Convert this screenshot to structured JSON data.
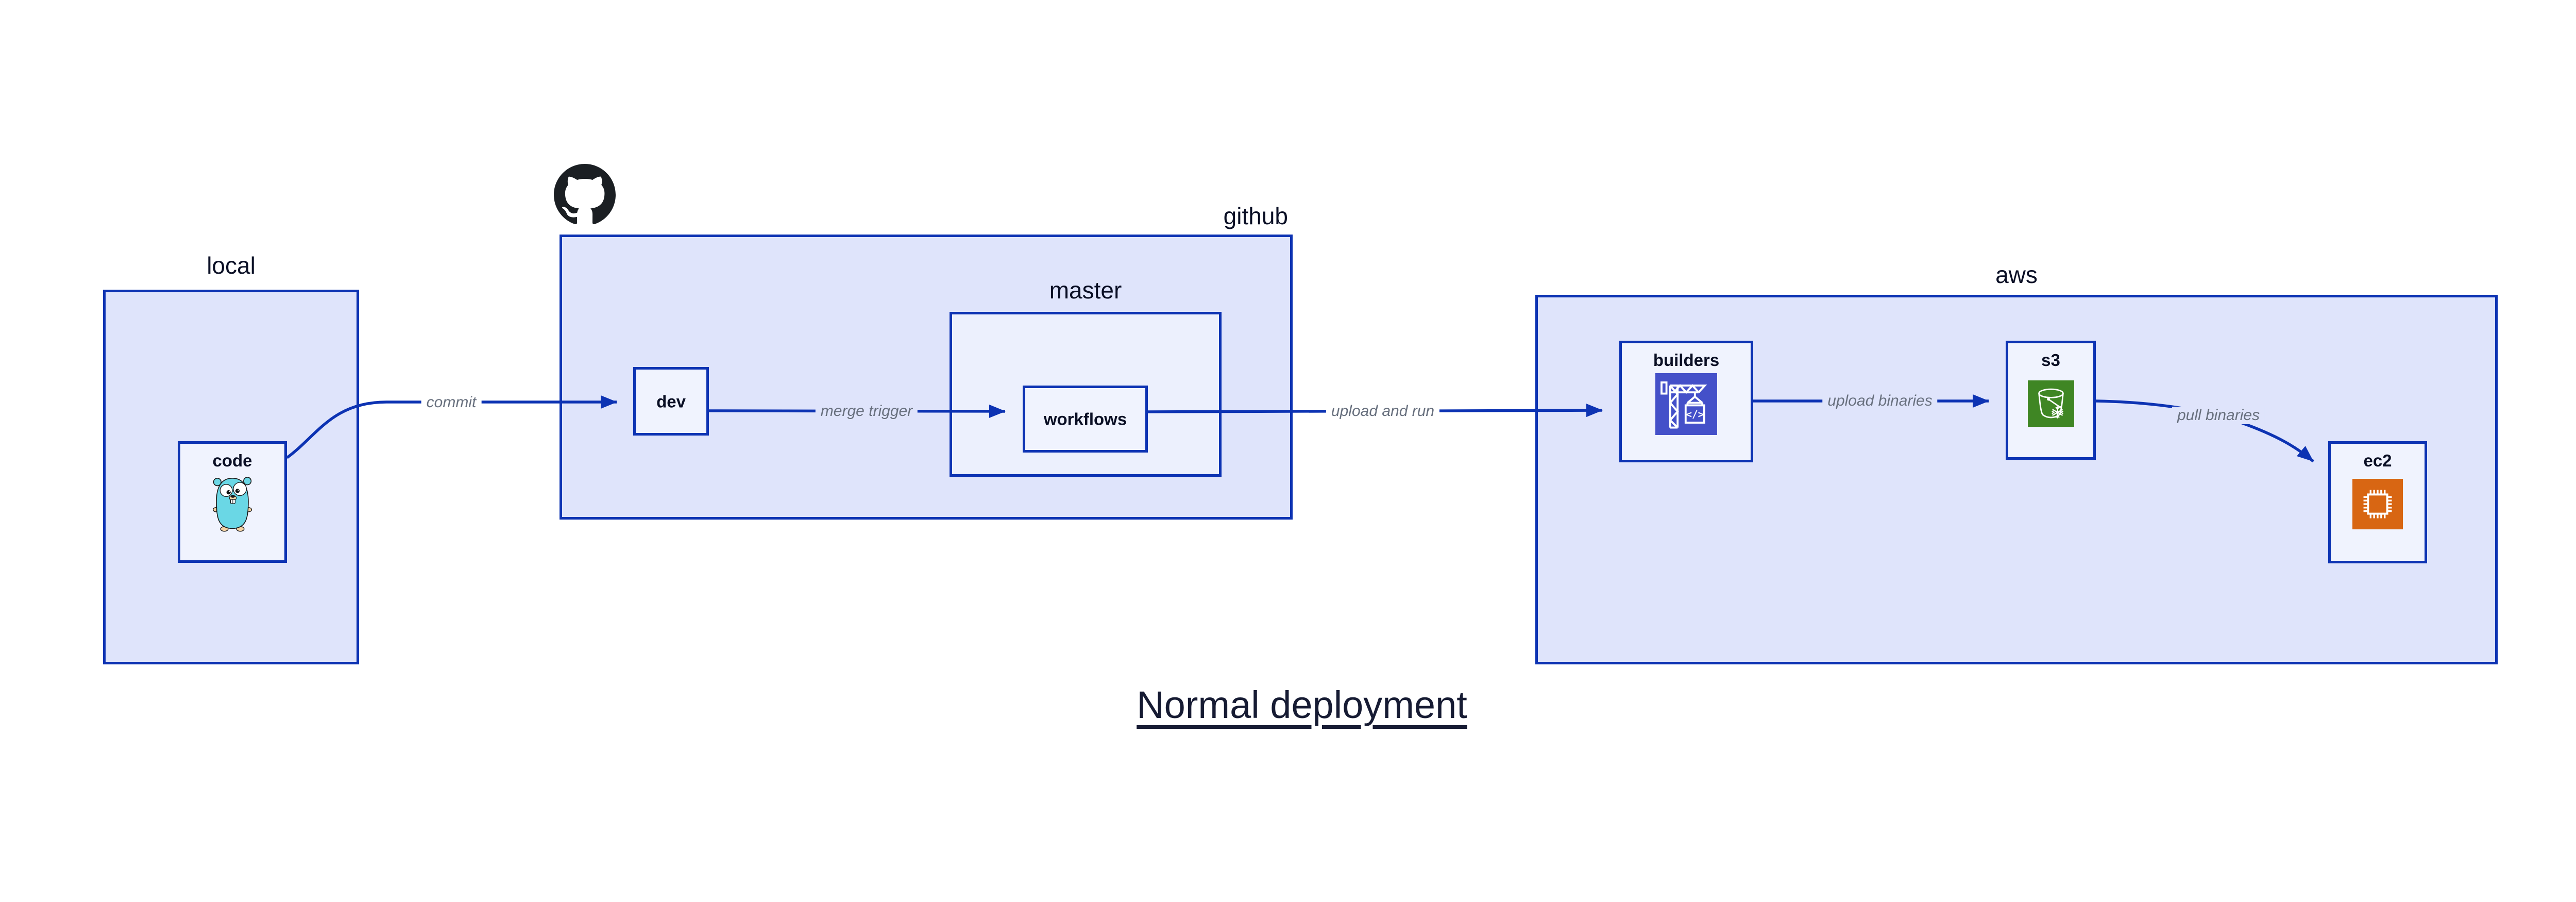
{
  "title": "Normal deployment",
  "containers": {
    "local": {
      "label": "local"
    },
    "github": {
      "label": "github"
    },
    "master": {
      "label": "master"
    },
    "aws": {
      "label": "aws"
    }
  },
  "nodes": {
    "code": {
      "label": "code",
      "icon": "go-gopher-icon"
    },
    "dev": {
      "label": "dev"
    },
    "workflows": {
      "label": "workflows"
    },
    "builders": {
      "label": "builders",
      "icon": "aws-codebuild-icon"
    },
    "s3": {
      "label": "s3",
      "icon": "aws-s3-bucket-icon"
    },
    "ec2": {
      "label": "ec2",
      "icon": "aws-ec2-chip-icon"
    }
  },
  "edges": {
    "commit": {
      "label": "commit",
      "from": "code",
      "to": "dev"
    },
    "merge_trigger": {
      "label": "merge trigger",
      "from": "dev",
      "to": "workflows"
    },
    "upload_and_run": {
      "label": "upload and run",
      "from": "workflows",
      "to": "builders"
    },
    "upload_binaries": {
      "label": "upload binaries",
      "from": "builders",
      "to": "s3"
    },
    "pull_binaries": {
      "label": "pull binaries",
      "from": "s3",
      "to": "ec2"
    }
  },
  "icons": {
    "github_mark": "github-octocat-icon",
    "codebuild_glyph": "crane-with-code-box",
    "s3_glyph": "bucket-with-snowflake",
    "ec2_glyph": "processor-chip"
  },
  "colors": {
    "canvas_bg": "#ffffff",
    "container_fill": "#dfe4fb",
    "inner_container_fill": "#ecf0fd",
    "node_fill": "#f0f3fe",
    "stroke_blue": "#0d33b3",
    "label_navy": "#0a0f25",
    "edge_label_gray": "#68707e",
    "title_navy": "#161b33",
    "github_black": "#1b1f23",
    "codebuild_indigo": "#4450c9",
    "s3_green": "#3f8624",
    "ec2_orange": "#d86613",
    "gopher_teal": "#6ad7e5",
    "gopher_tan": "#f6d2a2"
  }
}
